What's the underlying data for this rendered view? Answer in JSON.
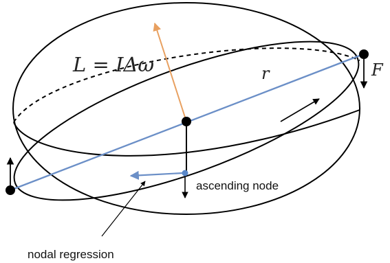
{
  "labels": {
    "angular_momentum": "L = IΔω",
    "radius": "r",
    "force": "F",
    "ascending_node": "ascending node",
    "nodal_regression": "nodal regression"
  },
  "colors": {
    "outline": "#000000",
    "radius_line": "#6b8fc7",
    "angular_momentum_arrow": "#e8a060",
    "node_point": "#5a88c9"
  }
}
